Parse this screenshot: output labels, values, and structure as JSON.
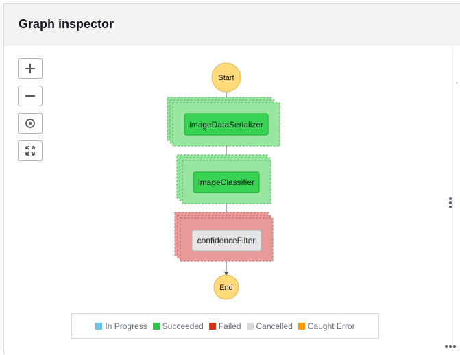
{
  "header": {
    "title": "Graph inspector"
  },
  "zoom_controls": [
    {
      "name": "zoom-in-button",
      "icon": "plus-icon"
    },
    {
      "name": "zoom-out-button",
      "icon": "minus-icon"
    },
    {
      "name": "center-button",
      "icon": "target-icon"
    },
    {
      "name": "fit-button",
      "icon": "expand-icon"
    }
  ],
  "graph": {
    "start_label": "Start",
    "end_label": "End",
    "states": [
      {
        "label": "imageDataSerializer",
        "status": "Succeeded"
      },
      {
        "label": "imageClassifier",
        "status": "Succeeded"
      },
      {
        "label": "confidenceFilter",
        "status": "Failed"
      }
    ]
  },
  "legend": [
    {
      "label": "In Progress",
      "color": "#6ec6e6"
    },
    {
      "label": "Succeeded",
      "color": "#2ec44a"
    },
    {
      "label": "Failed",
      "color": "#d13212"
    },
    {
      "label": "Cancelled",
      "color": "#d5dbdb"
    },
    {
      "label": "Caught Error",
      "color": "#ff9900"
    }
  ],
  "colors": {
    "succeeded_fill": "#98e6a0",
    "succeeded_node": "#39d353",
    "failed_fill": "#e99a9a",
    "terminal_fill": "#ffd97a"
  }
}
